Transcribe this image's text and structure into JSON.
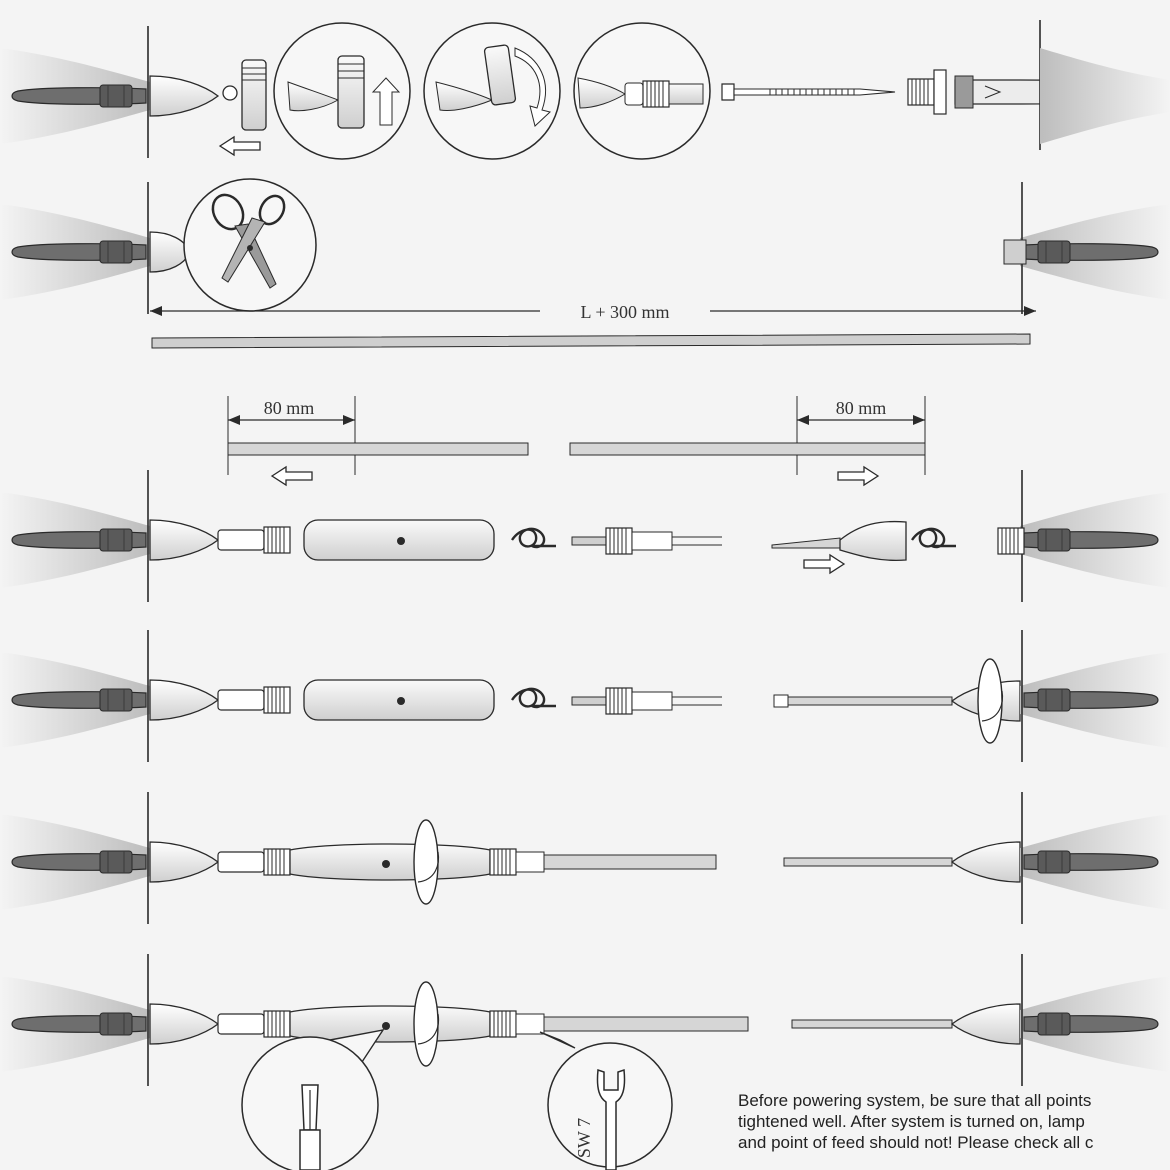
{
  "labels": {
    "overall_length": "L + 300 mm",
    "strip_left": "80 mm",
    "strip_right": "80 mm",
    "wrench": "SW 7"
  },
  "note": {
    "line1": "Before powering system, be sure that all points",
    "line2": "tightened well.  After system is turned on, lamp",
    "line3": "and point of feed should not! Please check all c"
  },
  "colors": {
    "anchor": "#6e6e6e",
    "wall": "#c9c9c9",
    "line": "#2a2a2a",
    "cable": "#bdbdbd",
    "part_fill": "#ececec"
  },
  "icons": [
    "scissors-icon",
    "screwdriver-icon",
    "wrench-icon",
    "knot-icon",
    "arrow-icon",
    "rotation-arrow-icon"
  ]
}
